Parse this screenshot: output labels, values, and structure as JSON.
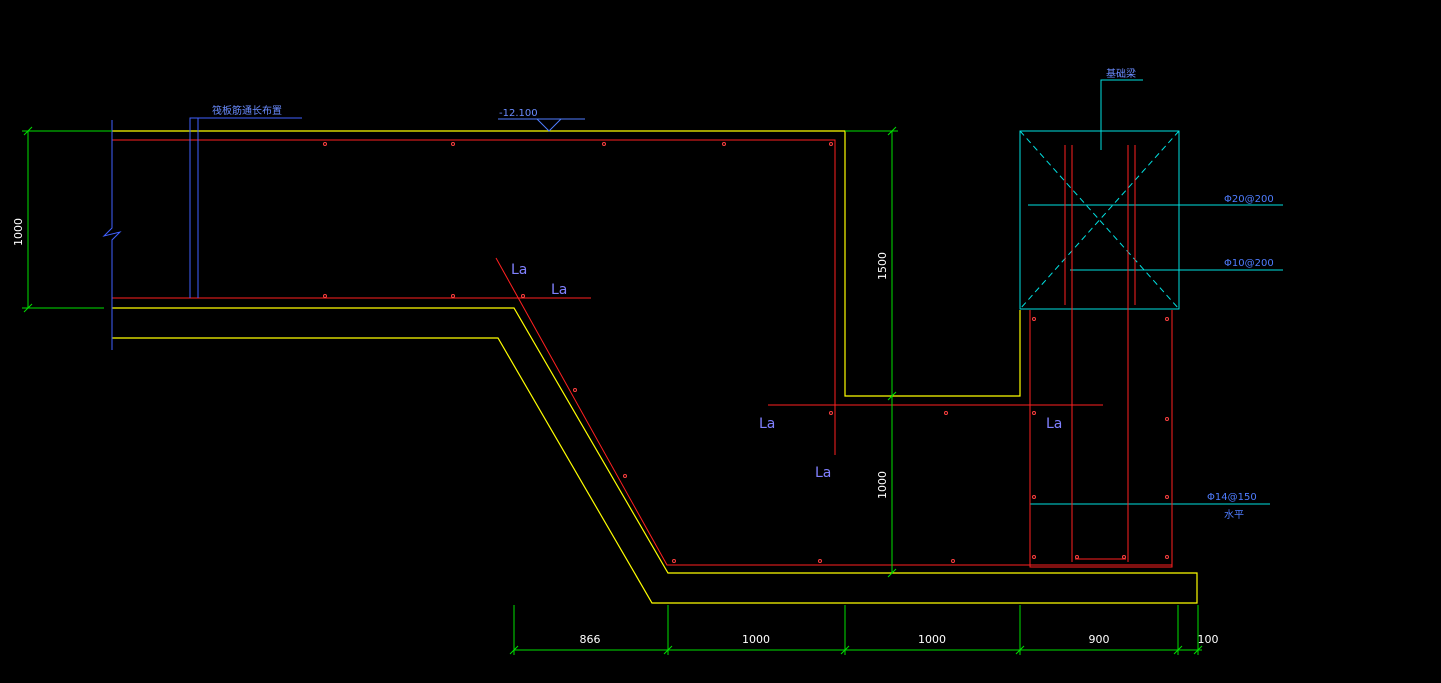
{
  "drawing": {
    "background_color": "#000000",
    "colors": {
      "concrete_outline": "#ffff00",
      "rebar": "#ff2020",
      "dimension": "#00e000",
      "leader": "#00e0e0",
      "annotation": "#4f7dff",
      "section_cut": "#4060ff"
    },
    "labels": {
      "elevation": "-12.100",
      "raft_note": "筏板筋通长布置",
      "column_note": "基础梁",
      "rebar_spec_1": "Φ20@200",
      "rebar_spec_2": "Φ10@200",
      "rebar_spec_3": "Φ14@150",
      "rebar_spec_3_sub": "水平",
      "lap": "La"
    },
    "dimensions": {
      "left_vertical": "1000",
      "right_upper_vertical": "1500",
      "right_lower_vertical": "1000",
      "bottom": [
        "866",
        "1000",
        "1000",
        "900",
        "100"
      ]
    }
  }
}
